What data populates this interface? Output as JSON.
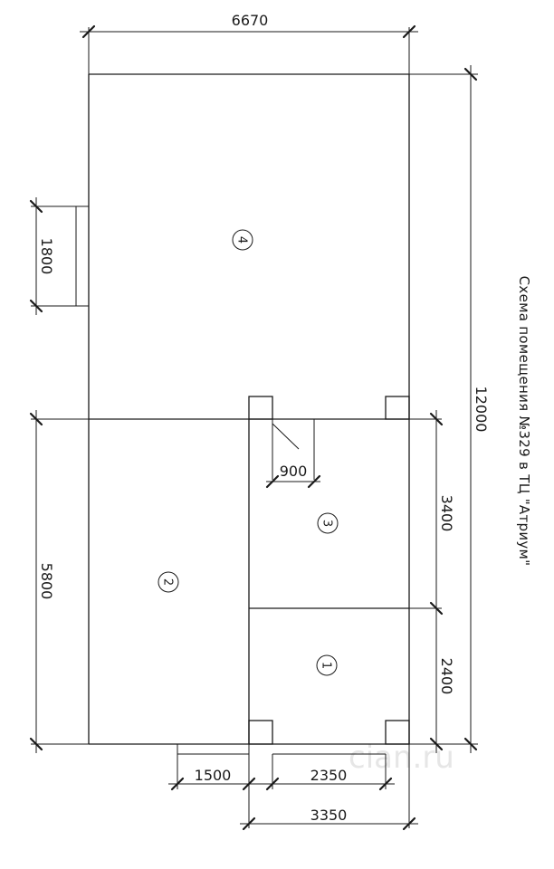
{
  "plan": {
    "title": "Схема помещения №329 в ТЦ \"Атриум\"",
    "watermark": "cian.ru",
    "dimensions": {
      "overall_width": "6670",
      "overall_height": "12000",
      "window_left": "1800",
      "lower_height_left": "5800",
      "door_width": "900",
      "room3_height": "3400",
      "room1_height": "2400",
      "bottom_left": "1500",
      "bottom_mid": "2350",
      "bottom_total": "3350"
    },
    "rooms": [
      "1",
      "2",
      "3",
      "4"
    ]
  }
}
